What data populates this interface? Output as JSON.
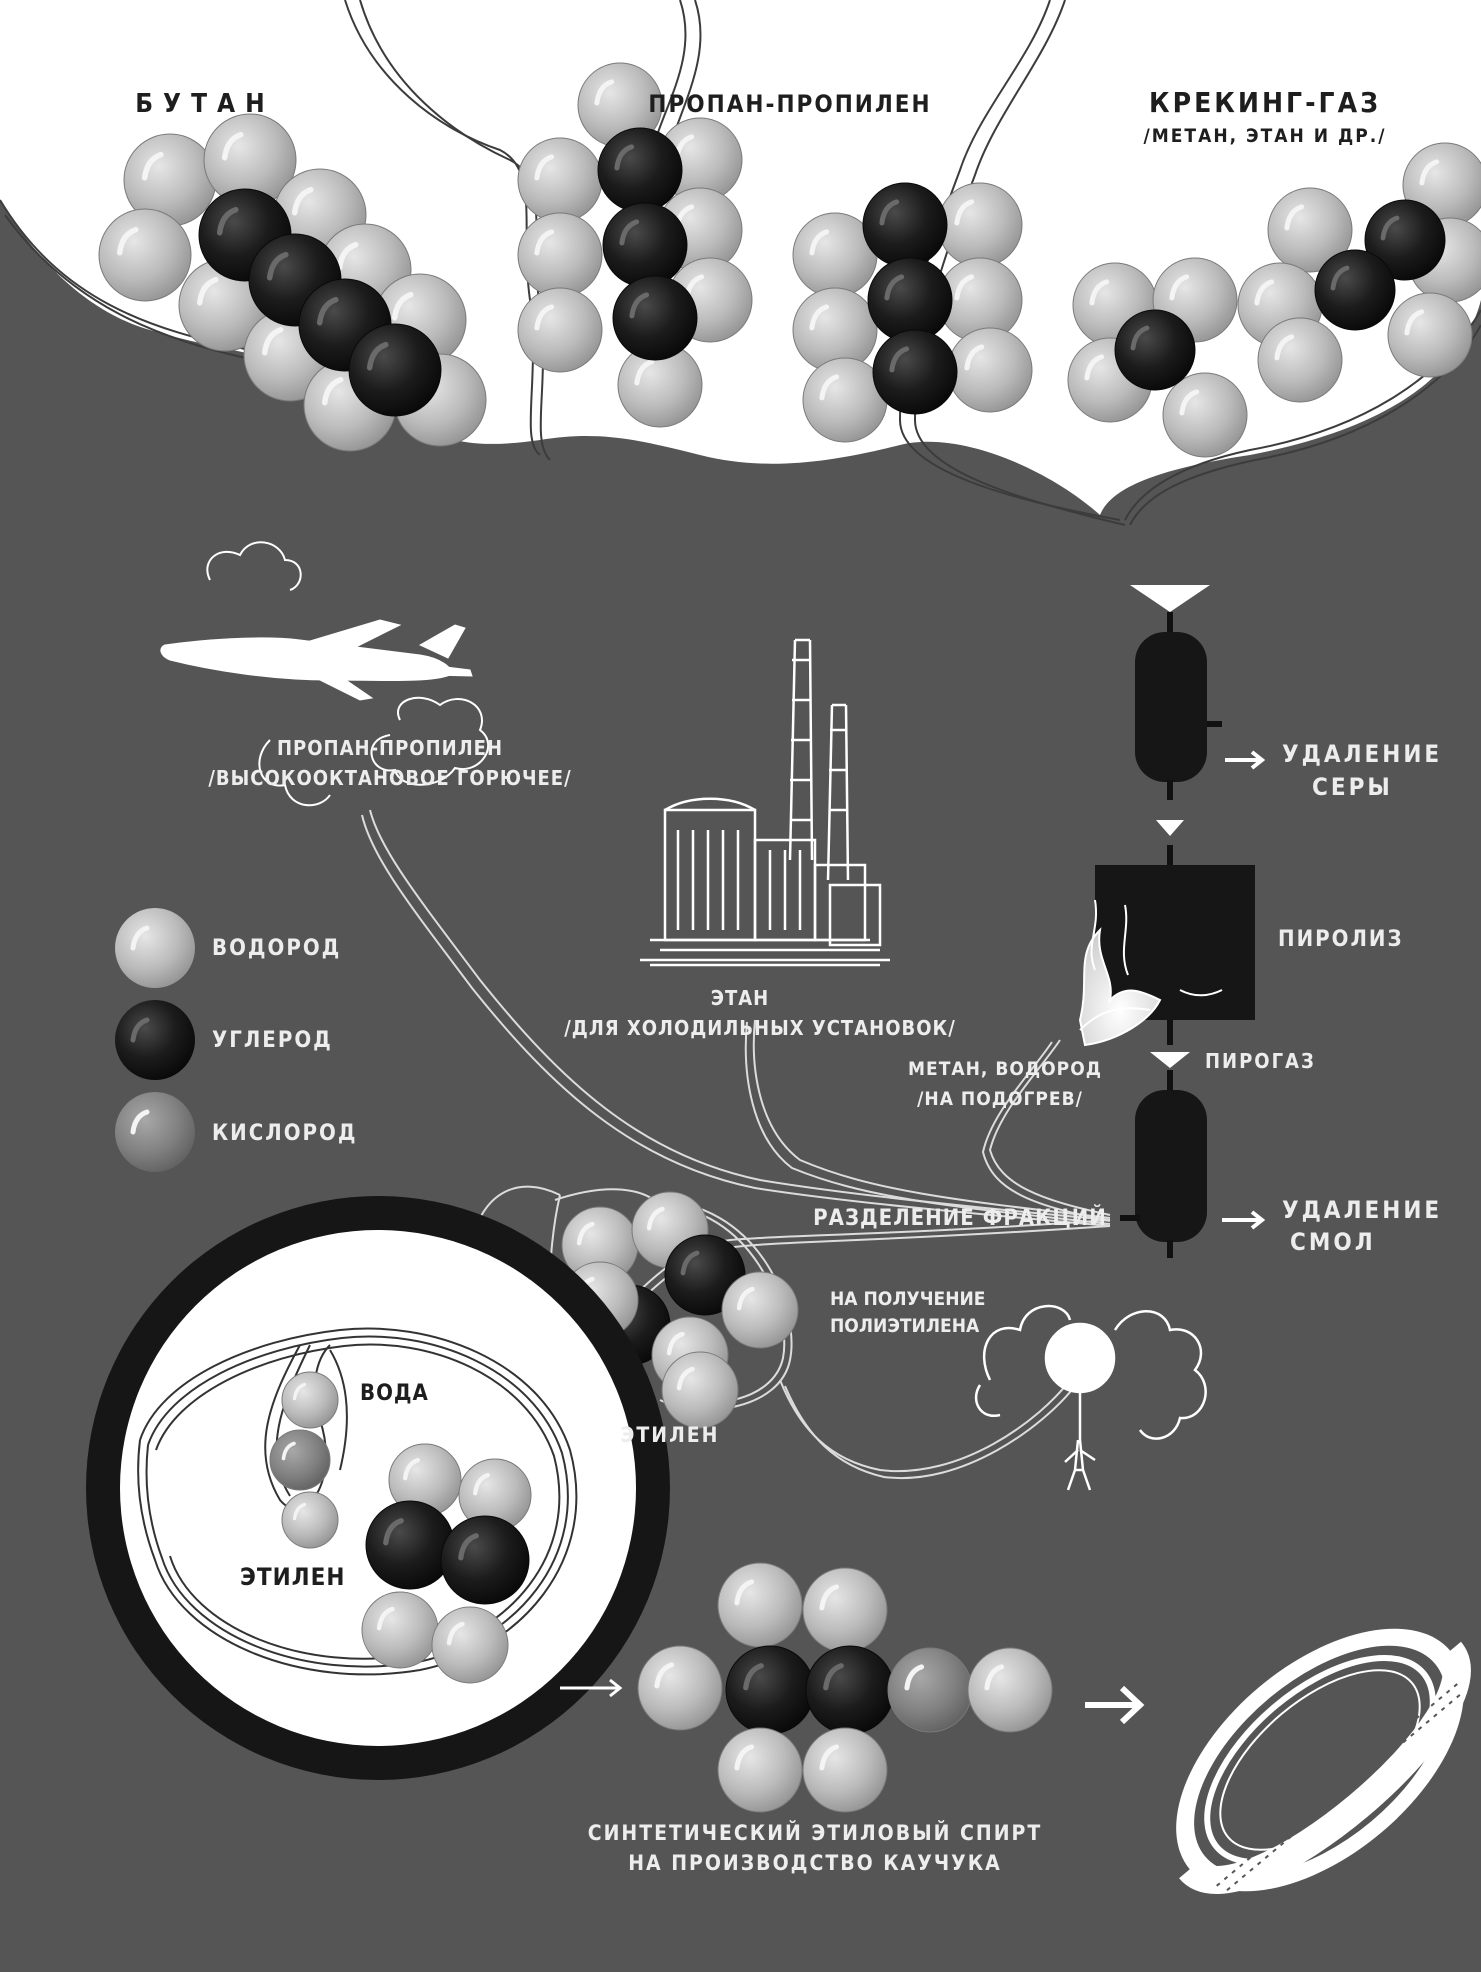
{
  "colors": {
    "background_dark": "#555555",
    "top_panel": "#ffffff",
    "label_light": "#ededed",
    "label_dark": "#1e1e1e",
    "hydrogen": "#b4b4b4",
    "carbon": "#141414",
    "oxygen": "#7f7f7f",
    "vessel": "#161616"
  },
  "feedstocks": {
    "butane": "БУТАН",
    "propane_propylene": "ПРОПАН-ПРОПИЛЕН",
    "cracking_gas": "КРЕКИНГ-ГАЗ",
    "cracking_gas_note": "/МЕТАН, ЭТАН И ДР./"
  },
  "process": {
    "sulfur_removal_1": "УДАЛЕНИЕ",
    "sulfur_removal_2": "СЕРЫ",
    "pyrolysis": "ПИРОЛИЗ",
    "pyrogas": "ПИРОГАЗ",
    "tar_removal_1": "УДАЛЕНИЕ",
    "tar_removal_2": "СМОЛ",
    "fraction_separation": "РАЗДЕЛЕНИЕ ФРАКЦИЙ"
  },
  "products": {
    "propane_fuel_1": "ПРОПАН-ПРОПИЛЕН",
    "propane_fuel_2": "/ВЫСОКООКТАНОВОЕ ГОРЮЧЕЕ/",
    "ethane_1": "ЭТАН",
    "ethane_2": "/ДЛЯ ХОЛОДИЛЬНЫХ УСТАНОВОК/",
    "methane_1": "МЕТАН, ВОДОРОД",
    "methane_2": "/НА ПОДОГРЕВ/",
    "polyethylene_1": "НА ПОЛУЧЕНИЕ",
    "polyethylene_2": "ПОЛИЭТИЛЕНА",
    "ethylene": "ЭТИЛЕН",
    "water": "ВОДА",
    "ethylene_inner": "ЭТИЛЕН",
    "alcohol_1": "СИНТЕТИЧЕСКИЙ ЭТИЛОВЫЙ СПИРТ",
    "alcohol_2": "НА ПРОИЗВОДСТВО КАУЧУКА"
  },
  "legend": {
    "hydrogen": "ВОДОРОД",
    "carbon": "УГЛЕРОД",
    "oxygen": "КИСЛОРОД"
  },
  "icons": [
    "airplane-icon",
    "factory-icon",
    "flame-icon",
    "balloon-icon",
    "tire-icon"
  ]
}
